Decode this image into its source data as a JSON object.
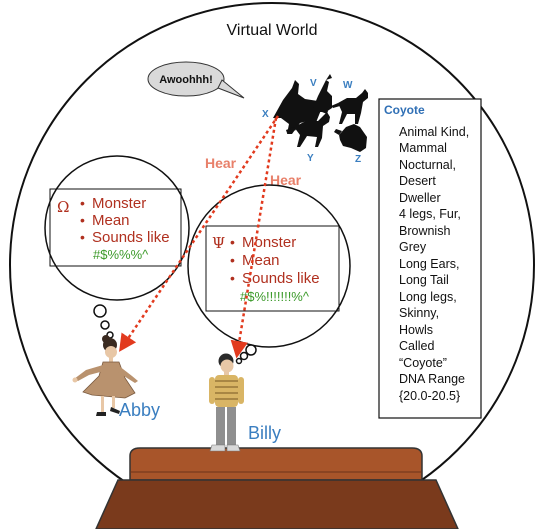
{
  "title": "Virtual World",
  "speech": "Awoohhh!",
  "wolves": {
    "x": "X",
    "v": "V",
    "w": "W",
    "y": "Y",
    "z": "Z"
  },
  "hear_labels": [
    "Hear",
    "Hear"
  ],
  "abby_bubble": {
    "symbol": "Ω",
    "items": [
      "Monster",
      "Mean",
      "Sounds like"
    ],
    "sound": "#$%%%^"
  },
  "billy_bubble": {
    "symbol": "Ψ",
    "items": [
      "Monster",
      "Mean",
      "Sounds like"
    ],
    "sound": "#$%!!!!!!!%^"
  },
  "coyote_box": {
    "title": "Coyote",
    "lines": [
      "Animal Kind,",
      "Mammal",
      "Nocturnal,",
      "Desert",
      "Dweller",
      "4 legs, Fur,",
      "Brownish",
      "Grey",
      "Long Ears,",
      "Long Tail",
      "Long legs,",
      "Skinny,",
      "Howls",
      "Called",
      "“Coyote”",
      "DNA Range",
      "{20.0-20.5}"
    ]
  },
  "names": {
    "abby": "Abby",
    "billy": "Billy"
  },
  "colors": {
    "title_text": "#111111",
    "speech_fill": "#d9d9d9",
    "wolf_label": "#3a7ec0",
    "hear": "#e8806a",
    "arrow": "#e23a1e",
    "bubble_text": "#b0301f",
    "sound_text": "#3c9a2a",
    "name_text": "#3a7ec0",
    "coyote_title": "#2f6fb5",
    "pedestal_top": "#a8552a",
    "pedestal_base": "#7a3a1c"
  }
}
